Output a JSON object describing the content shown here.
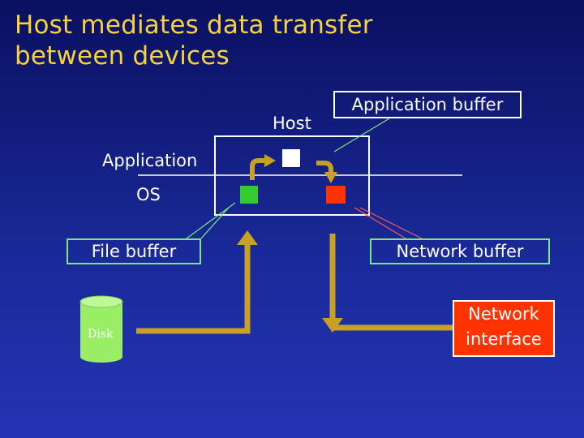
{
  "title": {
    "line1": "Host mediates data transfer",
    "line2": "between devices"
  },
  "labels": {
    "host": "Host",
    "application_buffer": "Application buffer",
    "application": "Application",
    "os": "OS",
    "file_buffer": "File buffer",
    "network_buffer": "Network buffer",
    "disk": "Disk",
    "network_interface_line1": "Network",
    "network_interface_line2": "interface"
  },
  "colors": {
    "title": "#f6d23c",
    "arrow": "#c8a026",
    "file_buffer_block": "#33cc33",
    "network_buffer_block": "#ff3300",
    "app_buffer_block": "#ffffff",
    "disk": "#99ee66",
    "network_interface": "#ff3300",
    "callout_line": "#7ee87e"
  }
}
